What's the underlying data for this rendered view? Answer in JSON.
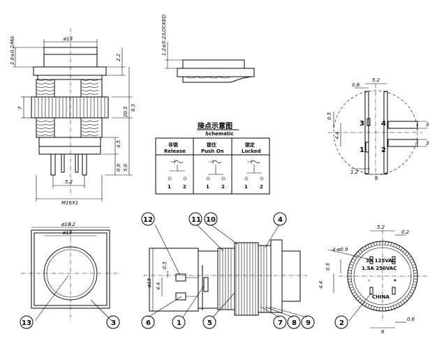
{
  "dimensions": {
    "travel_ma": "2.8±0.2/MA",
    "travel_locked": "1.2±0.2/LOCKED",
    "cap_dia": "ø13",
    "dim_2_2": "2.2",
    "dim_7": "7",
    "dim_6_5": "6.5",
    "dim_20_5": "20.5",
    "dim_4_5": "4.5",
    "dim_0_9": "0.9",
    "dim_5_6": "5.6",
    "pin_spacing": "5.2",
    "thread": "M16X1",
    "bezel_dia": "ø18.2",
    "front_cap_dia": "ø13",
    "body_dia": "ø15",
    "dim_0_5_left": "0.5",
    "dim_4_4_left": "4.4",
    "top_0_8": "0.8",
    "top_5_2": "5.2",
    "top_0_5": "0.5",
    "top_4_4": "4.4",
    "top_3a": "3",
    "top_3b": "3",
    "top_1_2": "1.2",
    "top_6": "6",
    "br_5_2": "5.2",
    "br_0_2": "0.2",
    "br_holes": "4-ø0.9",
    "br_0_5": "0.5",
    "br_4_4": "4.4",
    "br_0_6": "0.6",
    "br_6": "6"
  },
  "schematic": {
    "title": "接点示意图",
    "subtitle": "Schematic",
    "columns": [
      {
        "cn": "非锁",
        "en": "Release",
        "pins": [
          "1",
          "2"
        ]
      },
      {
        "cn": "锁住",
        "en": "Push On",
        "pins": [
          "1",
          "2"
        ]
      },
      {
        "cn": "锁定",
        "en": "Locked",
        "pins": [
          "1",
          "2"
        ]
      }
    ]
  },
  "pin_labels": {
    "p1": "1",
    "p2": "2",
    "p3": "3",
    "p4": "4"
  },
  "bottom_marking": {
    "line1": "3A  125VAC",
    "line2": "1.5A  250VAC",
    "line3": "CHINA",
    "minus": "-",
    "plus": "+"
  },
  "callouts": {
    "c1": "1",
    "c2": "2",
    "c3": "3",
    "c4": "4",
    "c5": "5",
    "c6": "6",
    "c7": "7",
    "c8": "8",
    "c9": "9",
    "c10": "10",
    "c11": "11",
    "c12": "12",
    "c13": "13"
  }
}
